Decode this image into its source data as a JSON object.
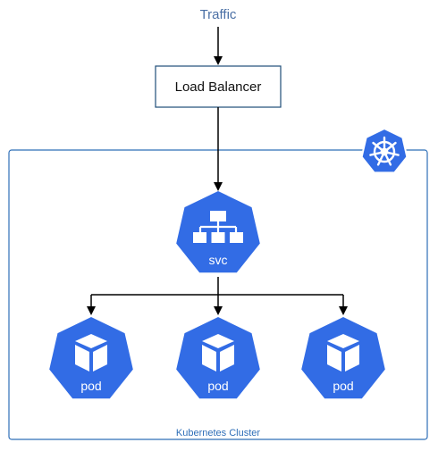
{
  "diagram": {
    "traffic_label": "Traffic",
    "load_balancer_label": "Load Balancer",
    "service": {
      "label": "svc"
    },
    "pods": [
      {
        "label": "pod"
      },
      {
        "label": "pod"
      },
      {
        "label": "pod"
      }
    ],
    "cluster_label": "Kubernetes Cluster",
    "icons": {
      "kubernetes": "kubernetes-helm-icon",
      "service": "hierarchy-icon",
      "pod": "cube-icon"
    },
    "colors": {
      "k8s_blue": "#326ce5",
      "cluster_border": "#2f6fb8",
      "traffic_text": "#4a6fa5",
      "arrow": "#000000",
      "box_border": "#1f4e79"
    }
  }
}
